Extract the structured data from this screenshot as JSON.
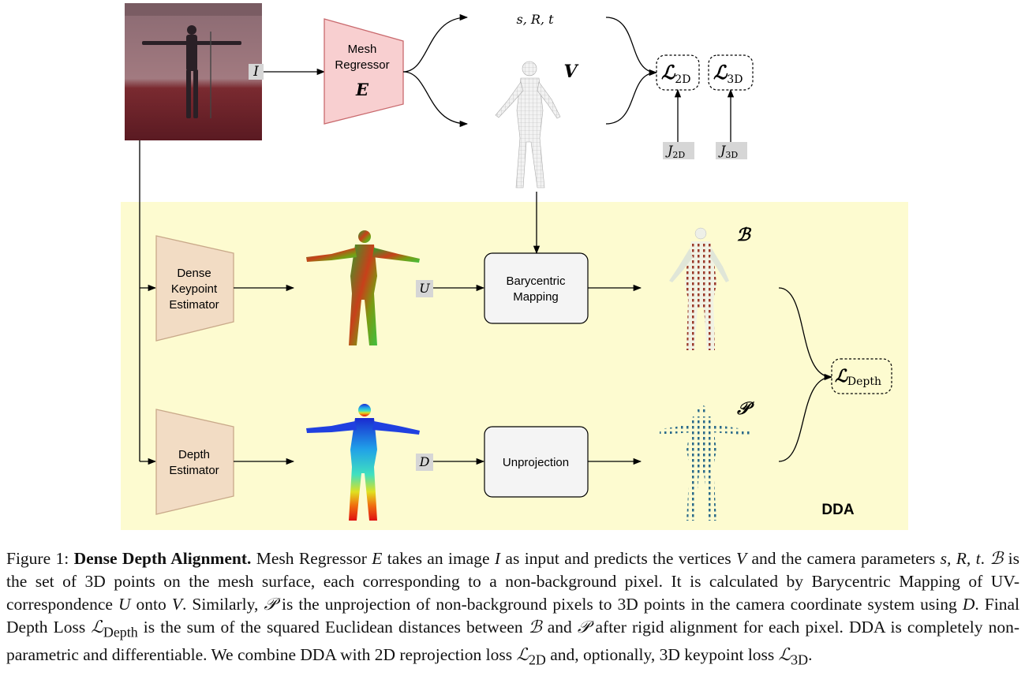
{
  "figure": {
    "input_label": "I",
    "mesh_regressor": {
      "line1": "Mesh",
      "line2": "Regressor",
      "symbol": "E"
    },
    "params_label": "s, R, t",
    "vertices_label": "V",
    "loss_2d": {
      "base": "ℒ",
      "sub": "2D"
    },
    "loss_3d": {
      "base": "ℒ",
      "sub": "3D"
    },
    "j2d": {
      "base": "J",
      "sub": "2D"
    },
    "j3d": {
      "base": "J",
      "sub": "3D"
    },
    "dense_keypoint_estimator": {
      "line1": "Dense",
      "line2": "Keypoint",
      "line3": "Estimator"
    },
    "depth_estimator": {
      "line1": "Depth",
      "line2": "Estimator"
    },
    "uv_label": "U",
    "depth_label": "D",
    "barycentric_mapping": {
      "line1": "Barycentric",
      "line2": "Mapping"
    },
    "unprojection": "Unprojection",
    "b_label": "ℬ",
    "p_label": "𝒫",
    "loss_depth": {
      "base": "ℒ",
      "sub": "Depth"
    },
    "dda_label": "DDA",
    "colors": {
      "dda_background": "#fdfbd0",
      "mesh_regressor_fill": "#f8cfd0",
      "mesh_regressor_stroke": "#c96a6e",
      "estimator_fill": "#f2dcc4",
      "estimator_stroke": "#c9a98a",
      "process_box_fill": "#f4f4f4",
      "tag_fill": "#d6d6d6"
    }
  },
  "caption": {
    "figure_number": "Figure 1:",
    "title": "Dense Depth Alignment.",
    "seg1": " Mesh Regressor ",
    "E": "E",
    "seg2": " takes an image ",
    "I": "I",
    "seg3": " as input and predicts the vertices ",
    "V": "V",
    "seg4": " and the camera parameters ",
    "srt": "s, R, t",
    "seg5": ". ",
    "B1": "ℬ",
    "seg6": " is the set of 3D points on the mesh surface, each corresponding to a non-background pixel. It is calculated by Barycentric Mapping of UV-correspondence ",
    "U": "U",
    "seg7": " onto ",
    "V2": "V",
    "seg8": ". Similarly, ",
    "P1": "𝒫",
    "seg9": " is the unprojection of non-background pixels to 3D points in the camera coordinate system using ",
    "D": "D",
    "seg10": ". Final Depth Loss ",
    "Ldepth": "ℒ",
    "Ldepth_sub": "Depth",
    "seg11": " is the sum of the squared Euclidean distances between ",
    "B2": "ℬ",
    "seg12": " and ",
    "P2": "𝒫",
    "seg13": " after rigid alignment for each pixel. DDA is completely non-parametric and differentiable. We combine DDA with 2D reprojection loss ",
    "L2d": "ℒ",
    "L2d_sub": "2D",
    "seg14": " and, optionally, 3D keypoint loss ",
    "L3d": "ℒ",
    "L3d_sub": "3D",
    "seg15": "."
  }
}
